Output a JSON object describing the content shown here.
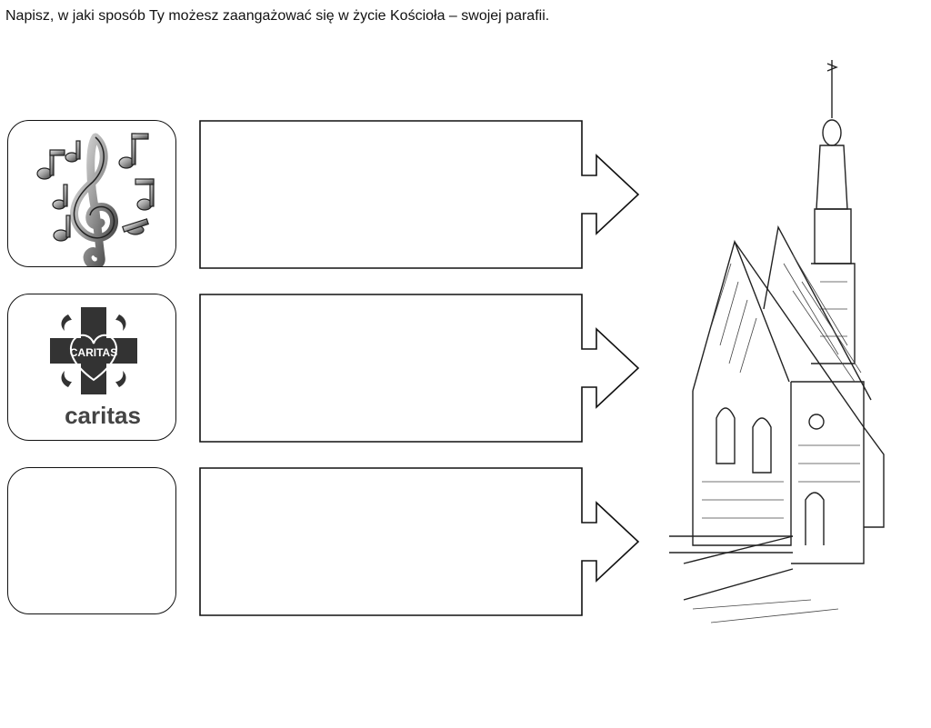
{
  "instruction": "Napisz, w jaki sposób Ty możesz zaangażować się w życie Kościoła – swojej parafii.",
  "rows": [
    {
      "icon": "treble-clef-music-notes-icon",
      "answer": ""
    },
    {
      "icon": "caritas-logo",
      "logo_text": "caritas",
      "answer": ""
    },
    {
      "icon": "",
      "answer": ""
    }
  ],
  "illustration": "church-drawing",
  "colors": {
    "ink": "#111111",
    "paper": "#ffffff"
  }
}
